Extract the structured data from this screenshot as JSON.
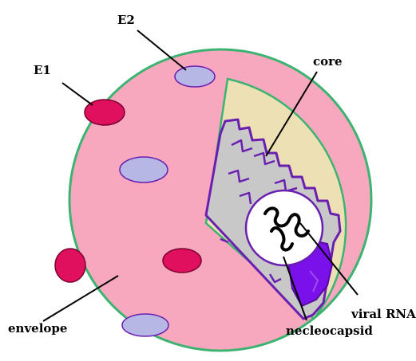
{
  "labels": {
    "e1": "E1",
    "e2": "E2",
    "core": "core",
    "viral_rna": "viral RNA",
    "envelope": "envelope",
    "nucleocapsid": "necleocapsid"
  },
  "colors": {
    "envelope_fill": "#f7a8be",
    "envelope_outline": "#3cb371",
    "core_layer_fill": "#ede0b4",
    "capsid_fill": "#c8c8c8",
    "capsid_outline": "#6a1fb0",
    "protein_e1_fill": "#e0105e",
    "protein_e2_fill": "#b7b7e6",
    "rna_area_fill": "#ffffff",
    "dense_core_fill": "#7a10ea",
    "leader_line": "#000000"
  }
}
